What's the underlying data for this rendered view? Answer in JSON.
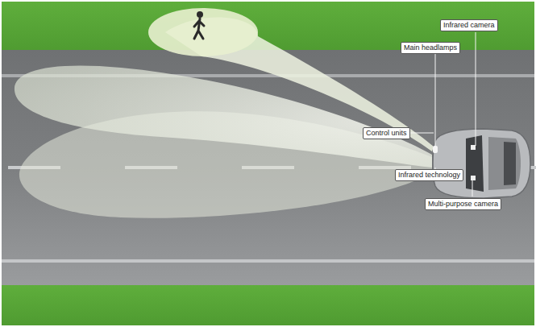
{
  "diagram": {
    "labels": [
      "Infrared camera",
      "Main headlamps",
      "Control units",
      "Infrared technology",
      "Multi-purpose camera"
    ]
  }
}
